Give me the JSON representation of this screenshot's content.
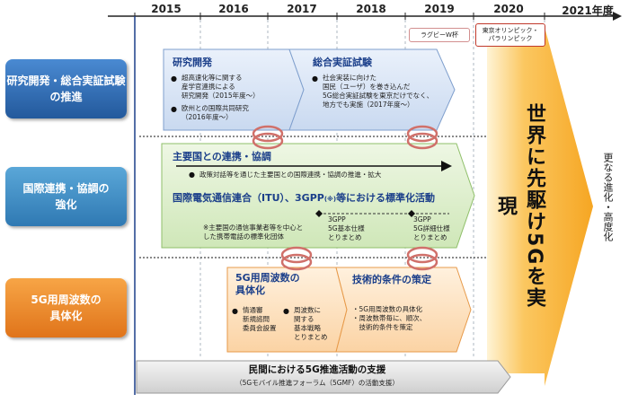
{
  "timeline": {
    "years": [
      "2015",
      "2016",
      "2017",
      "2018",
      "2019",
      "2020",
      "2021年度"
    ]
  },
  "events": {
    "rugby": "ラグビーW杯",
    "olympics": "東京オリンピック・\nパラリンピック"
  },
  "categories": {
    "rnd": "研究開発・総合実証試験\nの推進",
    "intl": "国際連携・協調の\n強化",
    "spectrum": "5G用周波数の\n具体化"
  },
  "rnd": {
    "box1_title": "研究開発",
    "box1_item1": "超高速化等に関する\n産学官連携による\n研究開発（2015年度～）",
    "box1_item2": "欧州との国際共同研究\n（2016年度～）",
    "box2_title": "総合実証試験",
    "box2_item1": "社会実装に向けた\n国民（ユーザ）を巻き込んだ\n5G総合実証試験を東京だけでなく、\n地方でも実施（2017年度～）"
  },
  "intl": {
    "title1": "主要国との連携・協調",
    "item1": "政策対話等を通じた主要国との国際連携・協調の推進・拡大",
    "title2": "国際電気通信連合（ITU）、3GPP",
    "title2_note": "(※)",
    "title2_suffix": "等における標準化活動",
    "note": "※主要国の通信事業者等を中心と\nした携帯電話の標準化団体",
    "milestone1": "3GPP\n5G基本仕様\nとりまとめ",
    "milestone2": "3GPP\n5G詳細仕様\nとりまとめ"
  },
  "spectrum": {
    "box1_title": "5G用周波数の\n具体化",
    "box1_item1": "情通審\n新規諮問\n委員会設置",
    "box1_item2": "周波数に\n関する\n基本戦略\nとりまとめ",
    "box2_title": "技術的条件の策定",
    "box2_item1": "・5G用周波数の具体化\n・周波数帯毎に、順次、\n　技術的条件を策定"
  },
  "center_banner": "世界に先駆け5Gを実現",
  "right_text": "更なる進化・高度化",
  "bottom_bar": {
    "title": "民間における5G推進活動の支援",
    "subtitle": "（5Gモバイル推進フォーラム（5GMF）の活動支援）"
  },
  "colors": {
    "rnd_cat": "#2e6fb8",
    "intl_cat": "#3f8fc6",
    "spectrum_cat": "#f08a1c",
    "rnd_box": "#dbe6f6",
    "intl_box": "#dbeec9",
    "spectrum_box": "#fde3c4",
    "banner": "#f9b233",
    "ring": "#d0706a"
  }
}
